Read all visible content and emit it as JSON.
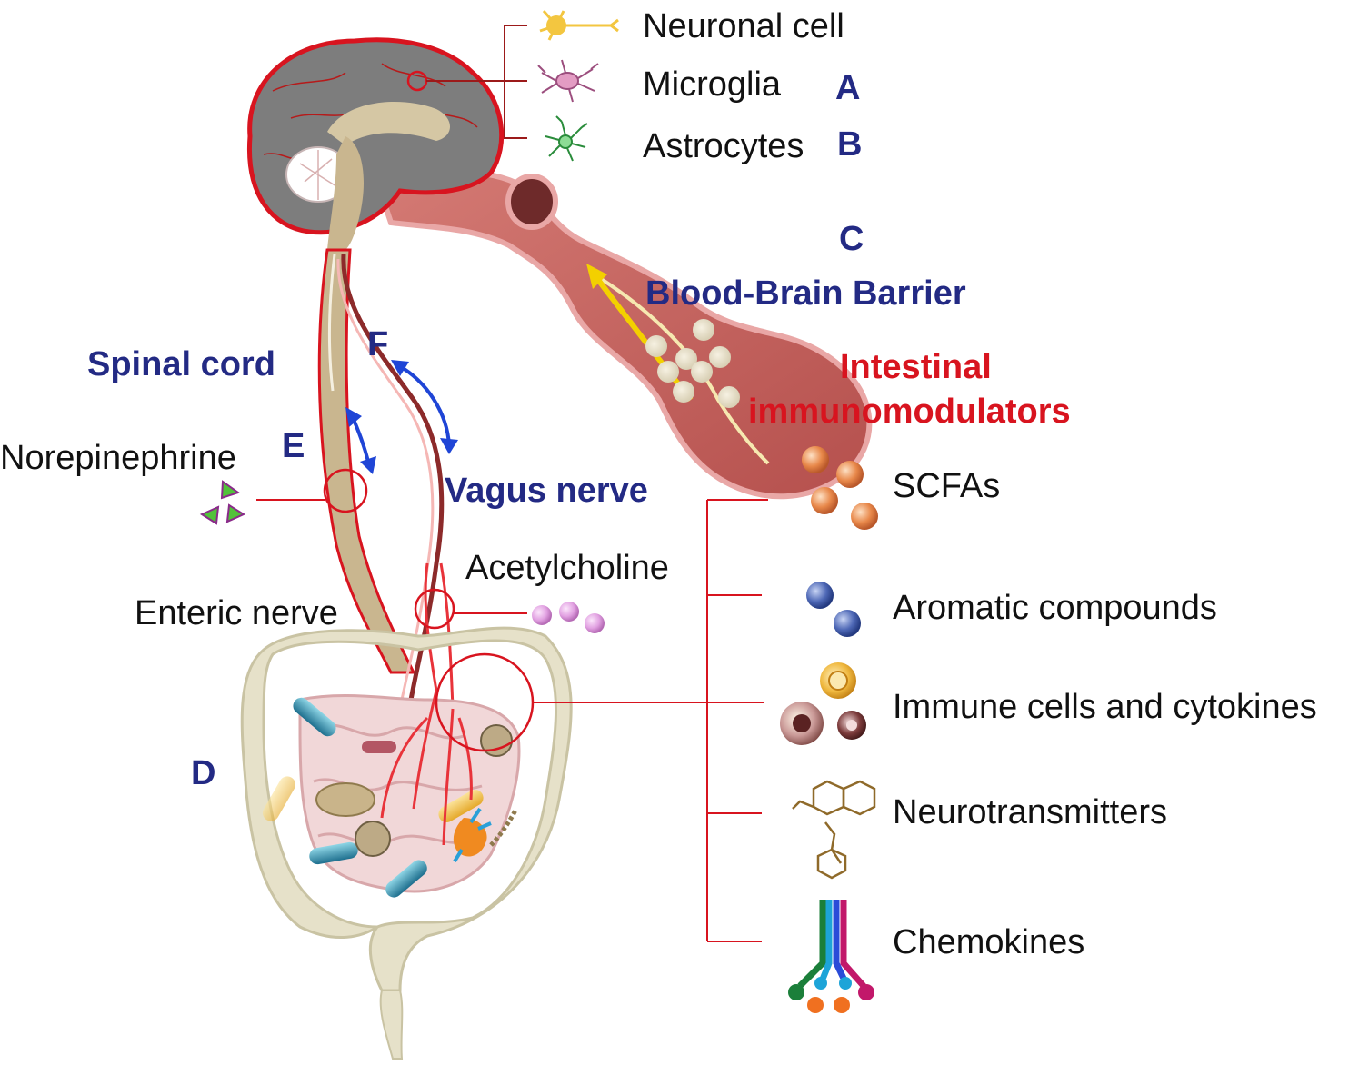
{
  "brain_cells": {
    "neuronal": "Neuronal cell",
    "microglia": "Microglia",
    "astrocytes": "Astrocytes"
  },
  "letters": {
    "a": "A",
    "b": "B",
    "c": "C",
    "d": "D",
    "e": "E",
    "f": "F"
  },
  "pathways": {
    "bbb": "Blood-Brain Barrier",
    "spinal": "Spinal cord",
    "vagus": "Vagus nerve",
    "enteric": "Enteric nerve",
    "norepinephrine": "Norepinephrine",
    "acetylcholine": "Acetylcholine"
  },
  "immunomodulators": {
    "title_line1": "Intestinal",
    "title_line2": "immunomodulators",
    "items": [
      "SCFAs",
      "Aromatic compounds",
      "Immune cells and cytokines",
      "Neurotransmitters",
      "Chemokines"
    ]
  },
  "colors": {
    "accent_blue": "#232a84",
    "accent_red": "#d8141f",
    "vessel": "#c8605e",
    "brain_outline": "#d8141f"
  }
}
